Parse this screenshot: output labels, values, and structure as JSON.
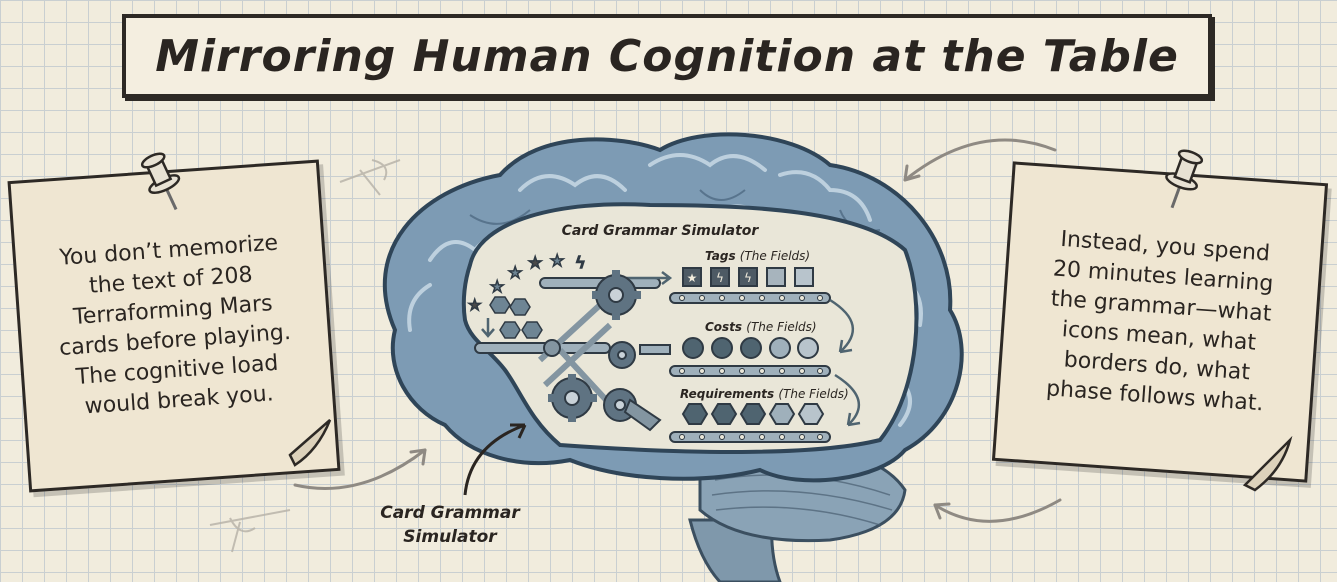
{
  "title": "Mirroring Human Cognition at the Table",
  "left_note": {
    "text": "You don’t memorize\nthe text of 208\nTerraforming Mars\ncards before playing.\nThe cognitive load\nwould break you."
  },
  "right_note": {
    "text": "Instead, you spend\n20 minutes learning\nthe grammar—what\nicons mean, what\nborders do, what\nphase follows what."
  },
  "brain": {
    "panel_title": "Card Grammar Simulator",
    "rows": [
      {
        "label": "Tags",
        "sub": "(The Fields)"
      },
      {
        "label": "Costs",
        "sub": "(The Fields)"
      },
      {
        "label": "Requirements",
        "sub": "(The Fields)"
      }
    ],
    "callout_line1": "Card Grammar",
    "callout_line2": "Simulator"
  },
  "colors": {
    "brain": "#7d9bb4",
    "brain_dark": "#3f5a73",
    "panel": "#e9e6d8",
    "gear": "#5f7382",
    "note": "#efe6d2"
  }
}
